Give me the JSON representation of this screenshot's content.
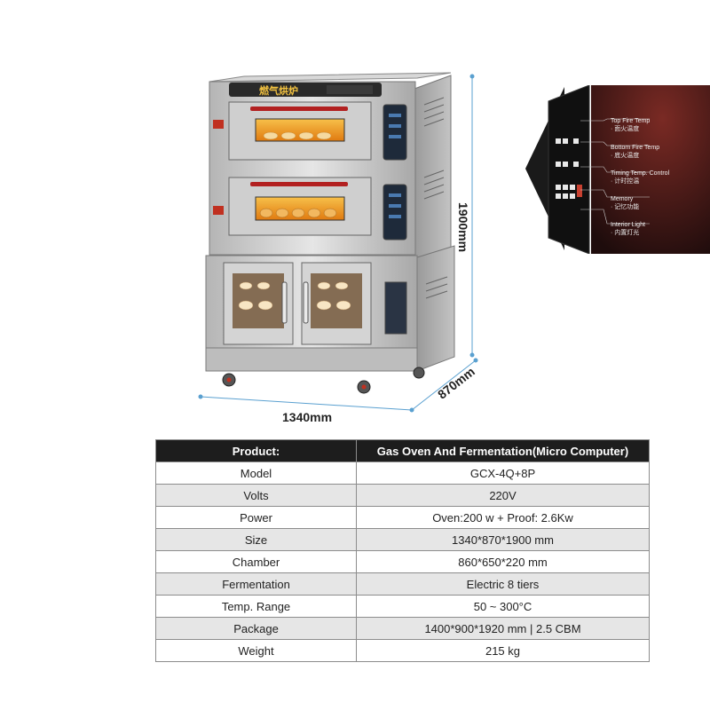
{
  "product_image": {
    "oven_sign_zh": "燃气烘炉",
    "dimensions": {
      "width": "1340mm",
      "height": "1900mm",
      "depth": "870mm"
    }
  },
  "control_panel": {
    "callouts": [
      {
        "en": "Top Fire Temp",
        "zh": "· 面火温度"
      },
      {
        "en": "Bottom Fire Temp",
        "zh": "· 底火温度"
      },
      {
        "en": "Timing Temp. Control",
        "zh": "· 计时控温"
      },
      {
        "en": "Memory",
        "zh": "· 记忆功能"
      },
      {
        "en": "Interior Light",
        "zh": "· 内置灯光"
      }
    ]
  },
  "specs": {
    "header": {
      "label": "Product:",
      "value": "Gas Oven And Fermentation(Micro Computer)"
    },
    "rows": [
      {
        "label": "Model",
        "value": "GCX-4Q+8P"
      },
      {
        "label": "Volts",
        "value": "220V"
      },
      {
        "label": "Power",
        "value": "Oven:200 w + Proof: 2.6Kw"
      },
      {
        "label": "Size",
        "value": "1340*870*1900 mm"
      },
      {
        "label": "Chamber",
        "value": "860*650*220 mm"
      },
      {
        "label": "Fermentation",
        "value": "Electric 8 tiers"
      },
      {
        "label": "Temp. Range",
        "value": "50 ~ 300°C"
      },
      {
        "label": "Package",
        "value": "1400*900*1920 mm | 2.5 CBM"
      },
      {
        "label": "Weight",
        "value": "215 kg"
      }
    ]
  },
  "colors": {
    "steel": "#c9c9c9",
    "oven_glow": "#f0a020",
    "dimension_line": "#5aa0d0",
    "table_header": "#1d1d1d",
    "callout_bg": "#3a1414"
  }
}
